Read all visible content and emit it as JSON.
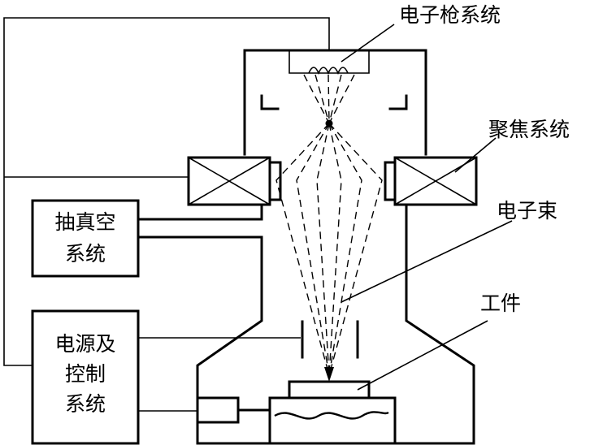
{
  "labels": {
    "electron_gun": "电子枪系统",
    "focusing": "聚焦系统",
    "beam": "电子束",
    "workpiece": "工件",
    "vacuum_line1": "抽真空",
    "vacuum_line2": "系统",
    "power_line1": "电源及",
    "power_line2": "控制",
    "power_line3": "系统"
  }
}
